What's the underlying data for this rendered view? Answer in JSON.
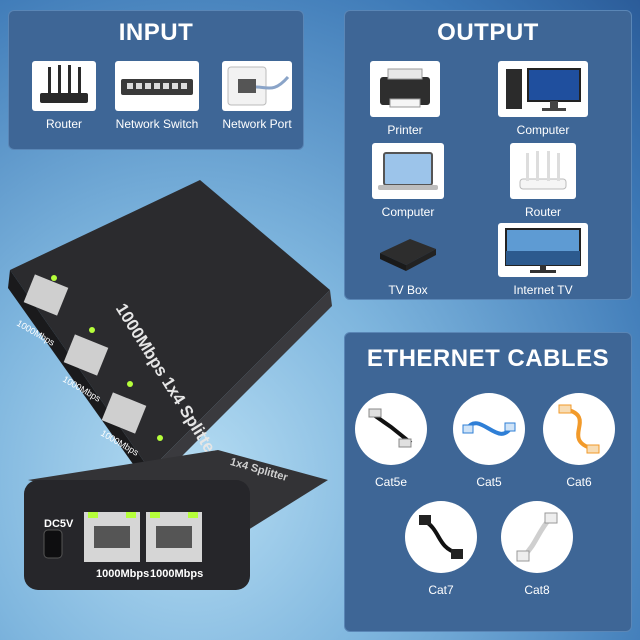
{
  "input": {
    "title": "INPUT",
    "items": [
      {
        "label": "Router",
        "icon": "router-icon"
      },
      {
        "label": "Network Switch",
        "icon": "network-switch-icon"
      },
      {
        "label": "Network Port",
        "icon": "network-port-icon"
      }
    ]
  },
  "output": {
    "title": "OUTPUT",
    "items": [
      {
        "label": "Printer",
        "icon": "printer-icon"
      },
      {
        "label": "Computer",
        "icon": "desktop-computer-icon"
      },
      {
        "label": "Computer",
        "icon": "laptop-icon"
      },
      {
        "label": "Router",
        "icon": "router-icon"
      },
      {
        "label": "TV Box",
        "icon": "tv-box-icon"
      },
      {
        "label": "Internet TV",
        "icon": "tv-icon"
      }
    ]
  },
  "cables": {
    "title": "ETHERNET CABLES",
    "items": [
      {
        "label": "Cat5e",
        "color": "#111111"
      },
      {
        "label": "Cat5",
        "color": "#2f7fd6"
      },
      {
        "label": "Cat6",
        "color": "#f29a2a"
      },
      {
        "label": "Cat7",
        "color": "#111111"
      },
      {
        "label": "Cat8",
        "color": "#d7d7d7"
      }
    ]
  },
  "device": {
    "top_label": "1000Mbps 1x4 Splitter",
    "port_labels": [
      "1000Mbps",
      "1000Mbps",
      "1000Mbps"
    ],
    "front_label": "1x4 Splitter",
    "power_label": "DC5V",
    "front_port_labels": [
      "1000Mbps",
      "1000Mbps"
    ]
  },
  "colors": {
    "panel": "#3e6696",
    "led": "#b6ff3b",
    "case": "#2a2a2c"
  }
}
